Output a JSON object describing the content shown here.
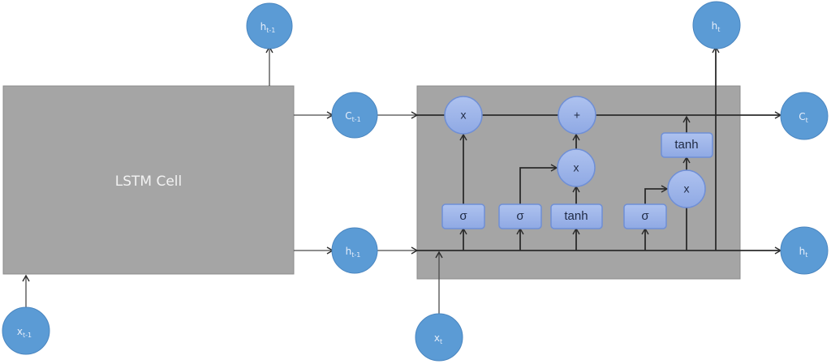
{
  "diagram": {
    "title": "LSTM unrolled step",
    "colors": {
      "node_fill": "#5b9bd5",
      "node_stroke": "#4a86c0",
      "op_fill": "#9fb6ea",
      "op_stroke": "#6f8fd6",
      "box_fill": "#a5a5a5",
      "box_stroke": "#8c8c8c",
      "wire": "#2b2b2b"
    },
    "lstm_cell": {
      "label": "LSTM Cell"
    },
    "nodes": {
      "h_prev_top": {
        "base": "h",
        "sub": "t-1"
      },
      "c_prev": {
        "base": "C",
        "sub": "t-1"
      },
      "h_prev_mid": {
        "base": "h",
        "sub": "t-1"
      },
      "x_prev": {
        "base": "x",
        "sub": "t-1"
      },
      "x_t": {
        "base": "x",
        "sub": "t"
      },
      "h_t_top": {
        "base": "h",
        "sub": "t"
      },
      "c_t": {
        "base": "C",
        "sub": "t"
      },
      "h_t_right": {
        "base": "h",
        "sub": "t"
      }
    },
    "operations": {
      "forget_multiply": "x",
      "cell_add": "+",
      "input_multiply": "x",
      "output_multiply": "x"
    },
    "gates": {
      "forget_gate": "σ",
      "input_gate": "σ",
      "candidate": "tanh",
      "output_gate": "σ",
      "cell_tanh": "tanh"
    }
  }
}
